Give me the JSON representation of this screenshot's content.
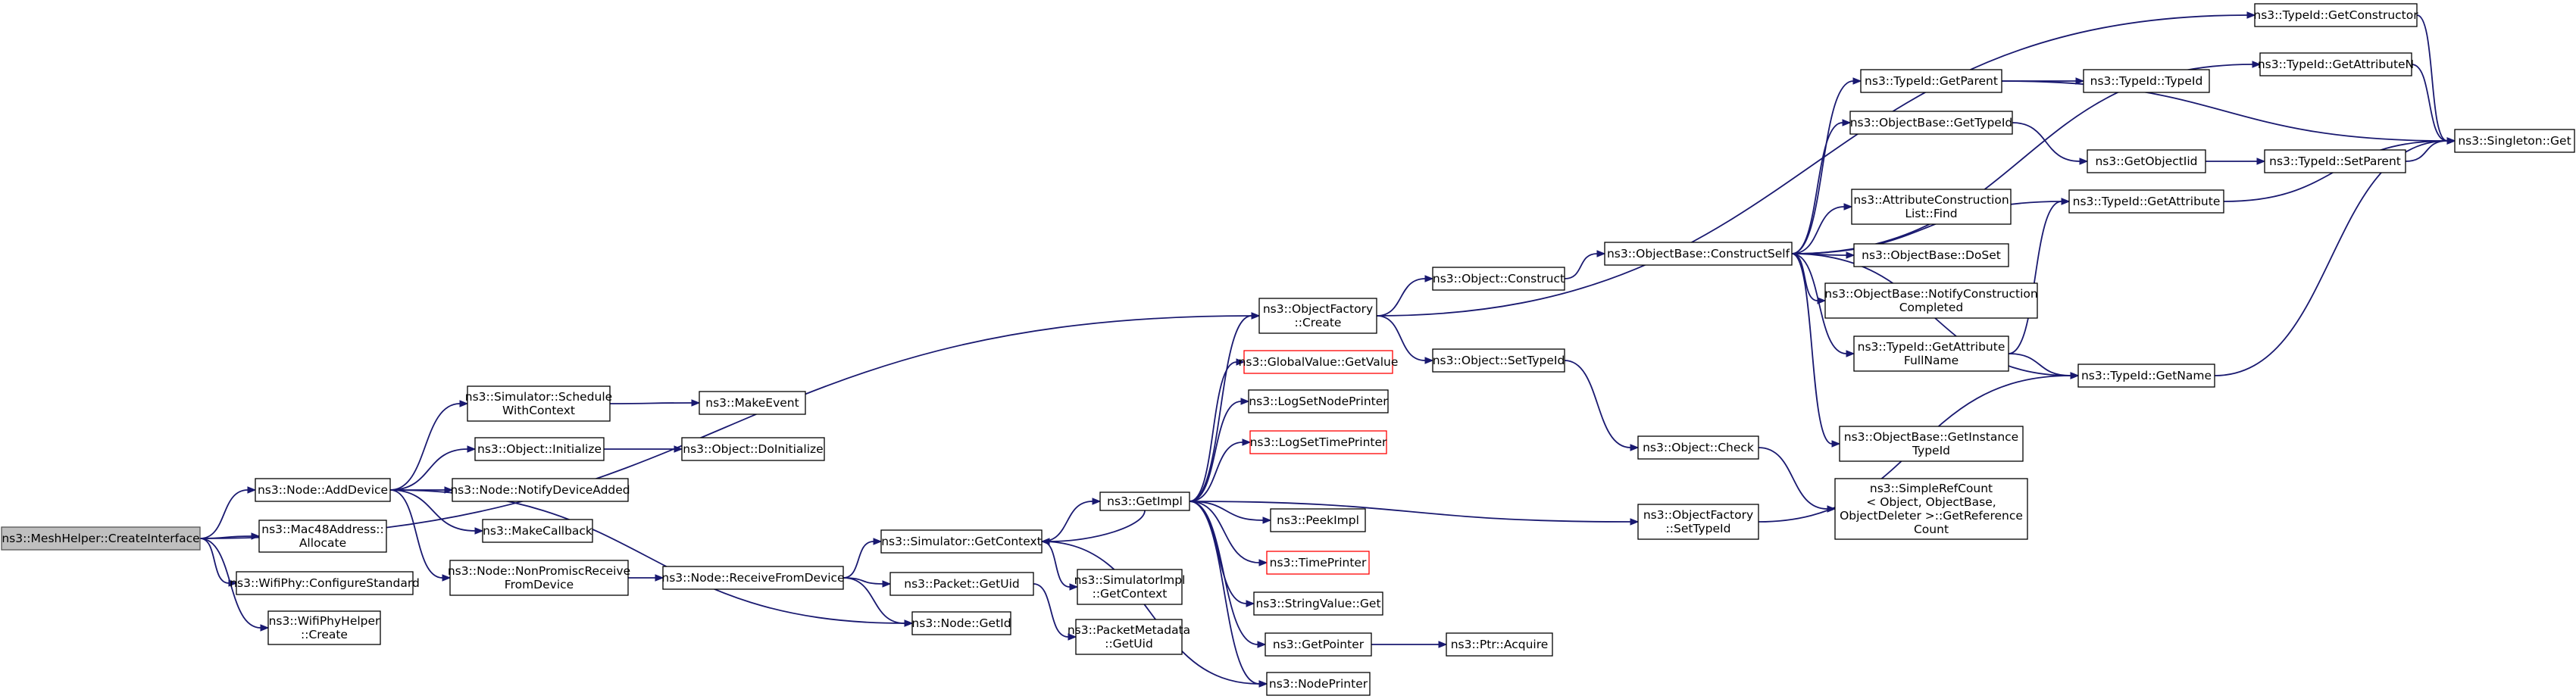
{
  "graph": {
    "nodes": {
      "create_interface": {
        "lines": [
          "ns3::MeshHelper::CreateInterface"
        ],
        "root": true
      },
      "add_device": {
        "lines": [
          "ns3::Node::AddDevice"
        ]
      },
      "mac48_allocate": {
        "lines": [
          "ns3::Mac48Address::",
          "Allocate"
        ]
      },
      "configure_standard": {
        "lines": [
          "ns3::WifiPhy::ConfigureStandard"
        ]
      },
      "wifi_phy_helper_create": {
        "lines": [
          "ns3::WifiPhyHelper",
          "::Create"
        ]
      },
      "schedule_with_context": {
        "lines": [
          "ns3::Simulator::Schedule",
          "WithContext"
        ]
      },
      "object_initialize": {
        "lines": [
          "ns3::Object::Initialize"
        ]
      },
      "notify_device_added": {
        "lines": [
          "ns3::Node::NotifyDeviceAdded"
        ]
      },
      "make_callback": {
        "lines": [
          "ns3::MakeCallback"
        ]
      },
      "non_promisc_receive": {
        "lines": [
          "ns3::Node::NonPromiscReceive",
          "FromDevice"
        ]
      },
      "make_event": {
        "lines": [
          "ns3::MakeEvent"
        ]
      },
      "do_initialize": {
        "lines": [
          "ns3::Object::DoInitialize"
        ]
      },
      "receive_from_device": {
        "lines": [
          "ns3::Node::ReceiveFromDevice"
        ]
      },
      "simulator_get_context": {
        "lines": [
          "ns3::Simulator::GetContext"
        ]
      },
      "packet_get_uid": {
        "lines": [
          "ns3::Packet::GetUid"
        ]
      },
      "node_get_id": {
        "lines": [
          "ns3::Node::GetId"
        ]
      },
      "simulator_impl_get_context": {
        "lines": [
          "ns3::SimulatorImpl",
          "::GetContext"
        ]
      },
      "packet_metadata_get_uid": {
        "lines": [
          "ns3::PacketMetadata",
          "::GetUid"
        ]
      },
      "object_factory_create": {
        "lines": [
          "ns3::ObjectFactory",
          "::Create"
        ]
      },
      "get_impl": {
        "lines": [
          "ns3::GetImpl"
        ]
      },
      "global_value_get_value": {
        "lines": [
          "ns3::GlobalValue::GetValue"
        ],
        "red": true
      },
      "log_set_node_printer": {
        "lines": [
          "ns3::LogSetNodePrinter"
        ]
      },
      "log_set_time_printer": {
        "lines": [
          "ns3::LogSetTimePrinter"
        ],
        "red": true
      },
      "peek_impl": {
        "lines": [
          "ns3::PeekImpl"
        ]
      },
      "time_printer": {
        "lines": [
          "ns3::TimePrinter"
        ],
        "red": true
      },
      "string_value_get": {
        "lines": [
          "ns3::StringValue::Get"
        ]
      },
      "get_pointer": {
        "lines": [
          "ns3::GetPointer"
        ]
      },
      "node_printer": {
        "lines": [
          "ns3::NodePrinter"
        ]
      },
      "ptr_acquire": {
        "lines": [
          "ns3::Ptr::Acquire"
        ]
      },
      "object_construct": {
        "lines": [
          "ns3::Object::Construct"
        ]
      },
      "object_set_type_id": {
        "lines": [
          "ns3::Object::SetTypeId"
        ]
      },
      "construct_self": {
        "lines": [
          "ns3::ObjectBase::ConstructSelf"
        ]
      },
      "object_check": {
        "lines": [
          "ns3::Object::Check"
        ]
      },
      "object_factory_set_type_id": {
        "lines": [
          "ns3::ObjectFactory",
          "::SetTypeId"
        ]
      },
      "type_id_get_parent": {
        "lines": [
          "ns3::TypeId::GetParent"
        ]
      },
      "object_base_get_type_id": {
        "lines": [
          "ns3::ObjectBase::GetTypeId"
        ]
      },
      "attr_construction_find": {
        "lines": [
          "ns3::AttributeConstruction",
          "List::Find"
        ]
      },
      "object_base_do_set": {
        "lines": [
          "ns3::ObjectBase::DoSet"
        ]
      },
      "notify_construction_completed": {
        "lines": [
          "ns3::ObjectBase::NotifyConstruction",
          "Completed"
        ]
      },
      "get_attribute_full_name": {
        "lines": [
          "ns3::TypeId::GetAttribute",
          "FullName"
        ]
      },
      "get_instance_type_id": {
        "lines": [
          "ns3::ObjectBase::GetInstance",
          "TypeId"
        ]
      },
      "simple_ref_count": {
        "lines": [
          "ns3::SimpleRefCount",
          "< Object, ObjectBase,",
          "ObjectDeleter >::GetReference",
          "Count"
        ]
      },
      "type_id_get_constructor": {
        "lines": [
          "ns3::TypeId::GetConstructor"
        ]
      },
      "type_id_get_attribute_n": {
        "lines": [
          "ns3::TypeId::GetAttributeN"
        ]
      },
      "type_id_type_id": {
        "lines": [
          "ns3::TypeId::TypeId"
        ]
      },
      "get_object_iid": {
        "lines": [
          "ns3::GetObjectIid"
        ]
      },
      "type_id_set_parent": {
        "lines": [
          "ns3::TypeId::SetParent"
        ]
      },
      "type_id_get_attribute": {
        "lines": [
          "ns3::TypeId::GetAttribute"
        ]
      },
      "type_id_get_name": {
        "lines": [
          "ns3::TypeId::GetName"
        ]
      },
      "singleton_get": {
        "lines": [
          "ns3::Singleton::Get"
        ]
      }
    },
    "edges": [
      [
        "create_interface",
        "add_device"
      ],
      [
        "create_interface",
        "mac48_allocate"
      ],
      [
        "create_interface",
        "configure_standard"
      ],
      [
        "create_interface",
        "wifi_phy_helper_create"
      ],
      [
        "create_interface",
        "object_factory_create"
      ],
      [
        "add_device",
        "schedule_with_context"
      ],
      [
        "add_device",
        "object_initialize"
      ],
      [
        "add_device",
        "notify_device_added"
      ],
      [
        "add_device",
        "make_callback"
      ],
      [
        "add_device",
        "non_promisc_receive"
      ],
      [
        "add_device",
        "node_get_id"
      ],
      [
        "schedule_with_context",
        "make_event"
      ],
      [
        "object_initialize",
        "do_initialize"
      ],
      [
        "non_promisc_receive",
        "receive_from_device"
      ],
      [
        "receive_from_device",
        "simulator_get_context"
      ],
      [
        "receive_from_device",
        "packet_get_uid"
      ],
      [
        "receive_from_device",
        "node_get_id"
      ],
      [
        "simulator_get_context",
        "get_impl"
      ],
      [
        "simulator_get_context",
        "simulator_impl_get_context"
      ],
      [
        "packet_get_uid",
        "packet_metadata_get_uid"
      ],
      [
        "get_impl",
        "simulator_get_context"
      ],
      [
        "get_impl",
        "object_factory_create"
      ],
      [
        "get_impl",
        "global_value_get_value"
      ],
      [
        "get_impl",
        "log_set_node_printer"
      ],
      [
        "get_impl",
        "log_set_time_printer"
      ],
      [
        "get_impl",
        "peek_impl"
      ],
      [
        "get_impl",
        "time_printer"
      ],
      [
        "get_impl",
        "string_value_get"
      ],
      [
        "get_impl",
        "get_pointer"
      ],
      [
        "get_impl",
        "node_printer"
      ],
      [
        "get_impl",
        "object_factory_set_type_id"
      ],
      [
        "simulator_get_context",
        "node_printer"
      ],
      [
        "get_pointer",
        "ptr_acquire"
      ],
      [
        "object_factory_create",
        "object_construct"
      ],
      [
        "object_factory_create",
        "object_set_type_id"
      ],
      [
        "object_factory_create",
        "type_id_get_constructor"
      ],
      [
        "object_construct",
        "construct_self"
      ],
      [
        "object_set_type_id",
        "object_check"
      ],
      [
        "object_check",
        "simple_ref_count"
      ],
      [
        "object_factory_set_type_id",
        "type_id_get_name"
      ],
      [
        "construct_self",
        "type_id_get_parent"
      ],
      [
        "construct_self",
        "object_base_get_type_id"
      ],
      [
        "construct_self",
        "type_id_get_attribute"
      ],
      [
        "construct_self",
        "attr_construction_find"
      ],
      [
        "construct_self",
        "object_base_do_set"
      ],
      [
        "construct_self",
        "notify_construction_completed"
      ],
      [
        "construct_self",
        "get_attribute_full_name"
      ],
      [
        "construct_self",
        "type_id_get_name"
      ],
      [
        "construct_self",
        "get_instance_type_id"
      ],
      [
        "construct_self",
        "type_id_get_attribute_n"
      ],
      [
        "type_id_get_parent",
        "type_id_type_id"
      ],
      [
        "type_id_get_parent",
        "singleton_get"
      ],
      [
        "object_base_get_type_id",
        "get_object_iid"
      ],
      [
        "get_object_iid",
        "type_id_set_parent"
      ],
      [
        "type_id_set_parent",
        "singleton_get"
      ],
      [
        "get_attribute_full_name",
        "type_id_get_attribute"
      ],
      [
        "get_attribute_full_name",
        "type_id_get_name"
      ],
      [
        "type_id_get_attribute",
        "singleton_get"
      ],
      [
        "type_id_get_name",
        "singleton_get"
      ],
      [
        "type_id_get_constructor",
        "singleton_get"
      ],
      [
        "type_id_get_attribute_n",
        "singleton_get"
      ]
    ]
  }
}
